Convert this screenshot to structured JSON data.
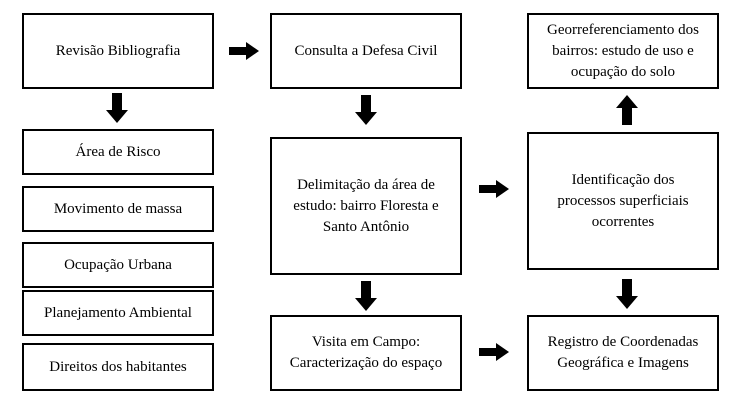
{
  "boxes": {
    "revisao": "Revisão Bibliografia",
    "area_risco": "Área de Risco",
    "movimento": "Movimento de massa",
    "ocupacao": "Ocupação Urbana",
    "planejamento": "Planejamento Ambiental",
    "direitos": "Direitos dos habitantes",
    "consulta": "Consulta a Defesa Civil",
    "delimitacao": "Delimitação da área de estudo: bairro Floresta e Santo Antônio",
    "visita": "Visita em Campo: Caracterização do espaço",
    "georref": "Georreferenciamento dos bairros: estudo de uso e ocupação do solo",
    "identificacao": "Identificação dos processos superficiais ocorrentes",
    "registro": "Registro de Coordenadas Geográfica e Imagens"
  },
  "colors": {
    "border": "#000000",
    "arrow": "#000000",
    "background": "#ffffff"
  }
}
